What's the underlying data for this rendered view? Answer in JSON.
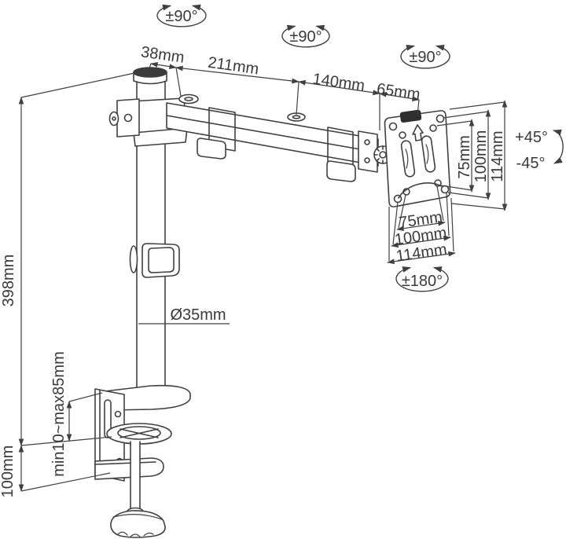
{
  "diagram": {
    "type": "technical-dimension-drawing",
    "subject": "single-monitor-desk-mount-arm-with-clamp",
    "colors": {
      "line": "#404040",
      "dark_fill": "#2e2e2e",
      "background": "#ffffff"
    },
    "rotation_labels": {
      "pole_swivel": "±90°",
      "arm_joint_swivel": "±90°",
      "vesa_joint_swivel": "±90°",
      "vesa_rotation": "±180°",
      "tilt_up": "+45°",
      "tilt_down": "-45°"
    },
    "dimensions": {
      "pole_cap_width": "38mm",
      "arm_segment_rear": "211mm",
      "arm_segment_front": "140mm",
      "vesa_head_offset": "65mm",
      "vesa_height_75": "75mm",
      "vesa_height_100": "100mm",
      "vesa_height_114": "114mm",
      "vesa_width_75": "75mm",
      "vesa_width_100": "100mm",
      "vesa_width_114": "114mm",
      "pole_diameter": "Ø35mm",
      "pole_height": "398mm",
      "clamp_thickness_range": "min10~max85mm",
      "clamp_bracket_height": "100mm"
    }
  }
}
